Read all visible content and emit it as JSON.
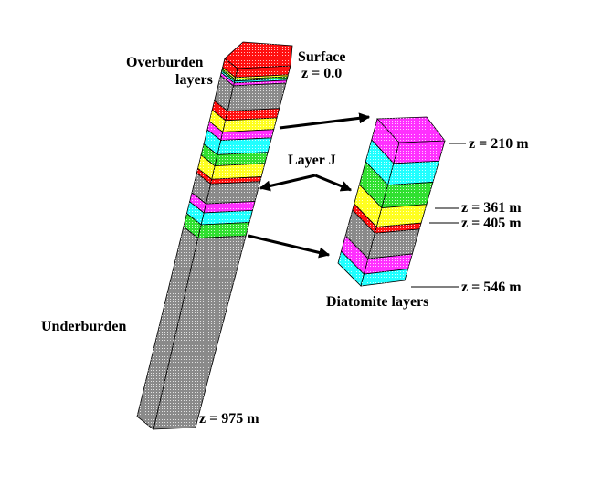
{
  "labels": {
    "overburden_line1": "Overburden",
    "overburden_line2": "layers",
    "surface": "Surface",
    "surface_z": "z = 0.0",
    "layer_j": "Layer J",
    "z210": "z = 210 m",
    "z361": "z = 361 m",
    "z405": "z = 405 m",
    "z546": "z = 546 m",
    "diatomite": "Diatomite layers",
    "underburden": "Underburden",
    "z975": "z = 975 m"
  },
  "colors": {
    "red": "#ff1010",
    "yellow": "#ffff20",
    "green": "#30e030",
    "cyan": "#20ffff",
    "magenta": "#ff30ff",
    "gray": "#8a8a8a"
  },
  "column_layers": [
    {
      "color": "red",
      "to": 0.025
    },
    {
      "color": "yellow",
      "to": 0.03
    },
    {
      "color": "green",
      "to": 0.035
    },
    {
      "color": "cyan",
      "to": 0.04
    },
    {
      "color": "magenta",
      "to": 0.048
    },
    {
      "color": "gray",
      "to": 0.118
    },
    {
      "color": "red",
      "to": 0.144
    },
    {
      "color": "yellow",
      "to": 0.176
    },
    {
      "color": "magenta",
      "to": 0.199
    },
    {
      "color": "cyan",
      "to": 0.239
    },
    {
      "color": "green",
      "to": 0.27
    },
    {
      "color": "yellow",
      "to": 0.307
    },
    {
      "color": "red",
      "to": 0.32
    },
    {
      "color": "gray",
      "to": 0.375
    },
    {
      "color": "magenta",
      "to": 0.4
    },
    {
      "color": "cyan",
      "to": 0.433
    },
    {
      "color": "green",
      "to": 0.47
    },
    {
      "color": "gray",
      "to": 1.0
    }
  ],
  "block_layers": [
    {
      "color": "magenta",
      "to": 0.146
    },
    {
      "color": "cyan",
      "to": 0.297
    },
    {
      "color": "green",
      "to": 0.456
    },
    {
      "color": "yellow",
      "to": 0.589
    },
    {
      "color": "red",
      "to": 0.633
    },
    {
      "color": "gray",
      "to": 0.81
    },
    {
      "color": "magenta",
      "to": 0.918
    },
    {
      "color": "cyan",
      "to": 1.0
    }
  ]
}
